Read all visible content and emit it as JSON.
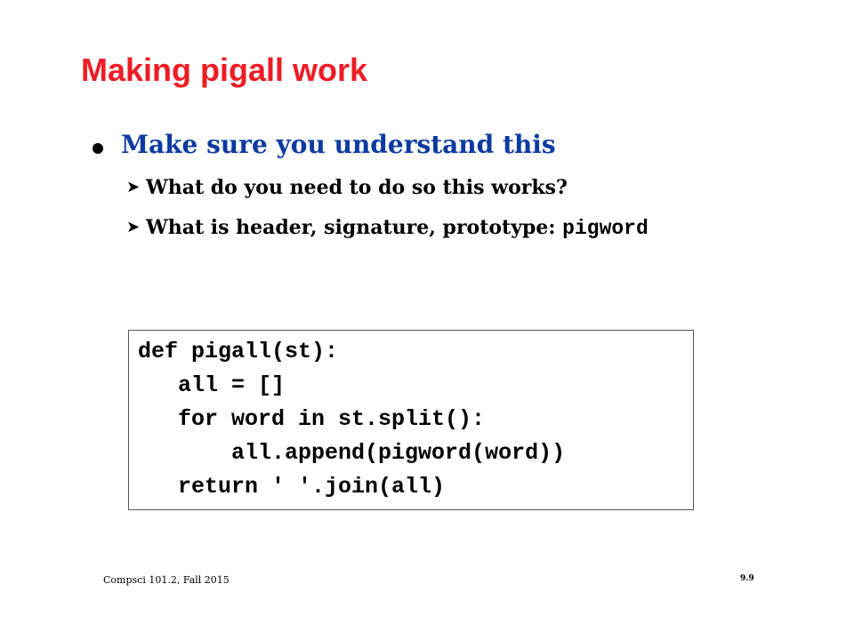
{
  "slide": {
    "title": "Making pigall work",
    "bullet": "Make sure you understand this",
    "subbullets": [
      {
        "text": "What do you need to do so this works?",
        "code": ""
      },
      {
        "text": "What is header, signature, prototype: ",
        "code": "pigword"
      }
    ],
    "code_lines": [
      "def pigall(st):",
      "   all = []",
      "   for word in st.split():",
      "       all.append(pigword(word))",
      "   return ' '.join(all)"
    ],
    "footer_left": "Compsci 101.2, Fall 2015",
    "footer_right": "9.9"
  },
  "colors": {
    "title": "#ee1c25",
    "bullet": "#0b3aa0",
    "text": "#000000",
    "code_border": "#555555"
  },
  "icons": {
    "bullet": "filled-circle",
    "subbullet": "right-arrowhead"
  }
}
